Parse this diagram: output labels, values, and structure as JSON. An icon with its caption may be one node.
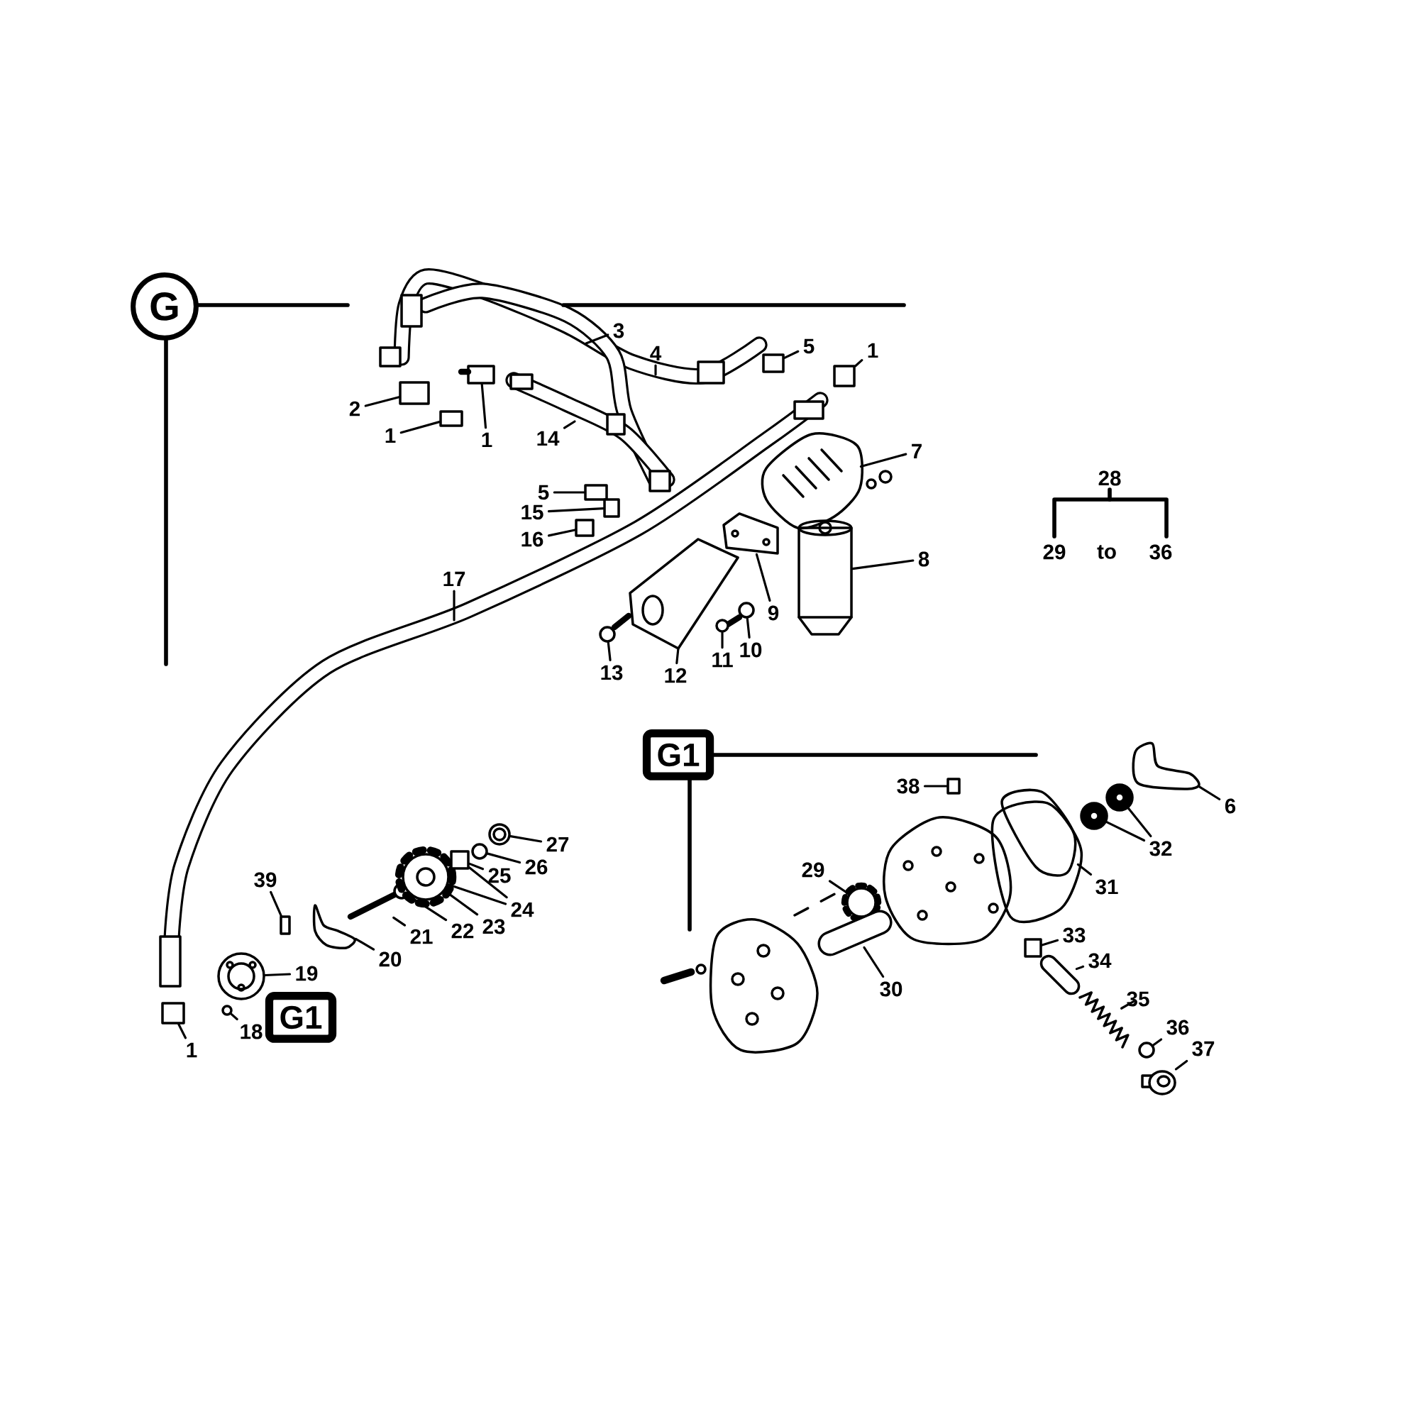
{
  "diagram": {
    "nodes": [
      {
        "text": [
          "3"
        ]
      },
      {
        "text": [
          "4"
        ]
      },
      {
        "text": [
          "5"
        ]
      },
      {
        "text": [
          "1"
        ]
      },
      {
        "text": [
          "2"
        ]
      },
      {
        "text": [
          "1"
        ]
      },
      {
        "text": [
          "1"
        ]
      },
      {
        "text": [
          "14"
        ]
      },
      {
        "text": [
          "5"
        ]
      },
      {
        "text": [
          "15"
        ]
      },
      {
        "text": [
          "16"
        ]
      },
      {
        "text": [
          "7"
        ]
      },
      {
        "text": [
          "8"
        ]
      },
      {
        "text": [
          "9"
        ]
      },
      {
        "text": [
          "10"
        ]
      },
      {
        "text": [
          "11"
        ]
      },
      {
        "text": [
          "12"
        ]
      },
      {
        "text": [
          "13"
        ]
      },
      {
        "text": [
          "17"
        ]
      },
      {
        "text": [
          "39"
        ]
      },
      {
        "text": [
          "19"
        ]
      },
      {
        "text": [
          "18"
        ]
      },
      {
        "text": [
          "1"
        ]
      },
      {
        "text": [
          "20"
        ]
      },
      {
        "text": [
          "21"
        ]
      },
      {
        "text": [
          "22"
        ]
      },
      {
        "text": [
          "23"
        ]
      },
      {
        "text": [
          "24"
        ]
      },
      {
        "text": [
          "25"
        ]
      },
      {
        "text": [
          "26"
        ]
      },
      {
        "text": [
          "27"
        ]
      },
      {
        "text": [
          "38"
        ]
      },
      {
        "text": [
          "6"
        ]
      },
      {
        "text": [
          "32"
        ]
      },
      {
        "text": [
          "31"
        ]
      },
      {
        "text": [
          "29"
        ]
      },
      {
        "text": [
          "30"
        ]
      },
      {
        "text": [
          "33"
        ]
      },
      {
        "text": [
          "34"
        ]
      },
      {
        "text": [
          "35"
        ]
      },
      {
        "text": [
          "36"
        ]
      },
      {
        "text": [
          "37"
        ]
      },
      {
        "text": [
          "G"
        ]
      },
      {
        "text": [
          "G1"
        ]
      },
      {
        "text": [
          "G1"
        ]
      },
      {
        "text": [],
        "shape": "box"
      },
      {
        "text": [],
        "shape": "box"
      },
      {
        "text": [],
        "shape": "box"
      },
      {
        "text": [],
        "shape": "box"
      },
      {
        "text": [],
        "shape": "box"
      },
      {
        "text": [],
        "shape": "box"
      },
      {
        "text": [],
        "shape": "box"
      },
      {
        "text": [],
        "shape": "box"
      },
      {
        "text": [],
        "shape": "picture"
      },
      {
        "text": [],
        "shape": "cylinder"
      },
      {
        "text": [],
        "shape": "picture"
      },
      {
        "text": [],
        "shape": "circle"
      },
      {
        "text": [],
        "shape": "circle"
      },
      {
        "text": [],
        "shape": "picture"
      },
      {
        "text": [],
        "shape": "circle"
      },
      {
        "text": [],
        "shape": "box"
      },
      {
        "text": [],
        "shape": "circle"
      },
      {
        "text": [],
        "shape": "circle"
      },
      {
        "text": [],
        "shape": "box"
      },
      {
        "text": [],
        "shape": "picture"
      },
      {
        "text": [],
        "shape": "picture"
      },
      {
        "text": [],
        "shape": "circle"
      },
      {
        "text": [],
        "shape": "circle"
      },
      {
        "text": [],
        "shape": "box"
      },
      {
        "text": [],
        "shape": "circle"
      },
      {
        "text": [],
        "shape": "circle"
      },
      {
        "text": [],
        "shape": "box"
      },
      {
        "text": [],
        "shape": "picture"
      },
      {
        "text": [],
        "shape": "circle"
      },
      {
        "text": [],
        "shape": "circle"
      },
      {
        "text": [],
        "shape": "picture"
      },
      {
        "text": [],
        "shape": "circle"
      },
      {
        "text": [],
        "shape": "picture"
      },
      {
        "text": [],
        "shape": "box"
      },
      {
        "text": [],
        "shape": "picture"
      },
      {
        "text": [],
        "shape": "picture"
      },
      {
        "text": [],
        "shape": "circle"
      },
      {
        "text": [],
        "shape": "picture"
      }
    ],
    "edges": [
      {
        "from": 0,
        "to": null,
        "arrow": "none"
      },
      {
        "from": 1,
        "to": null,
        "arrow": "none"
      },
      {
        "from": 2,
        "to": 45,
        "arrow": "none"
      },
      {
        "from": 3,
        "to": 46,
        "arrow": "none"
      },
      {
        "from": 4,
        "to": 47,
        "arrow": "none"
      },
      {
        "from": 5,
        "to": 48,
        "arrow": "none"
      },
      {
        "from": 6,
        "to": 49,
        "arrow": "none"
      },
      {
        "from": 7,
        "to": null,
        "arrow": "none"
      },
      {
        "from": 8,
        "to": 50,
        "arrow": "none"
      },
      {
        "from": 9,
        "to": 51,
        "arrow": "none"
      },
      {
        "from": 10,
        "to": 52,
        "arrow": "none"
      },
      {
        "from": 11,
        "to": 53,
        "arrow": "none"
      },
      {
        "from": 12,
        "to": 54,
        "arrow": "none"
      },
      {
        "from": 13,
        "to": 55,
        "arrow": "none"
      },
      {
        "from": 14,
        "to": 56,
        "arrow": "none"
      },
      {
        "from": 15,
        "to": 57,
        "arrow": "none"
      },
      {
        "from": 16,
        "to": 58,
        "arrow": "none"
      },
      {
        "from": 17,
        "to": 59,
        "arrow": "none"
      },
      {
        "from": 18,
        "to": null,
        "arrow": "none"
      },
      {
        "from": 19,
        "to": 60,
        "arrow": "none"
      },
      {
        "from": 20,
        "to": 61,
        "arrow": "none"
      },
      {
        "from": 21,
        "to": 62,
        "arrow": "none"
      },
      {
        "from": 22,
        "to": 63,
        "arrow": "none"
      },
      {
        "from": 23,
        "to": 64,
        "arrow": "none"
      },
      {
        "from": 24,
        "to": 65,
        "arrow": "none"
      },
      {
        "from": 25,
        "to": 66,
        "arrow": "none"
      },
      {
        "from": 26,
        "to": 67,
        "arrow": "none"
      },
      {
        "from": 27,
        "to": 67,
        "arrow": "none"
      },
      {
        "from": 27,
        "to": 68,
        "arrow": "none"
      },
      {
        "from": 28,
        "to": 68,
        "arrow": "none"
      },
      {
        "from": 29,
        "to": 69,
        "arrow": "none"
      },
      {
        "from": 30,
        "to": 70,
        "arrow": "none"
      },
      {
        "from": 31,
        "to": 71,
        "arrow": "none"
      },
      {
        "from": 32,
        "to": 72,
        "arrow": "none"
      },
      {
        "from": 33,
        "to": 73,
        "arrow": "none"
      },
      {
        "from": 33,
        "to": 74,
        "arrow": "none"
      },
      {
        "from": 34,
        "to": 75,
        "arrow": "none"
      },
      {
        "from": 35,
        "to": 76,
        "arrow": "none"
      },
      {
        "from": 36,
        "to": 77,
        "arrow": "none"
      },
      {
        "from": 37,
        "to": 78,
        "arrow": "none"
      },
      {
        "from": 38,
        "to": 79,
        "arrow": "none"
      },
      {
        "from": 39,
        "to": 80,
        "arrow": "none"
      },
      {
        "from": 40,
        "to": 81,
        "arrow": "none"
      },
      {
        "from": 41,
        "to": 82,
        "arrow": "none"
      }
    ],
    "labels": [
      "28",
      "29",
      "to",
      "36"
    ]
  }
}
